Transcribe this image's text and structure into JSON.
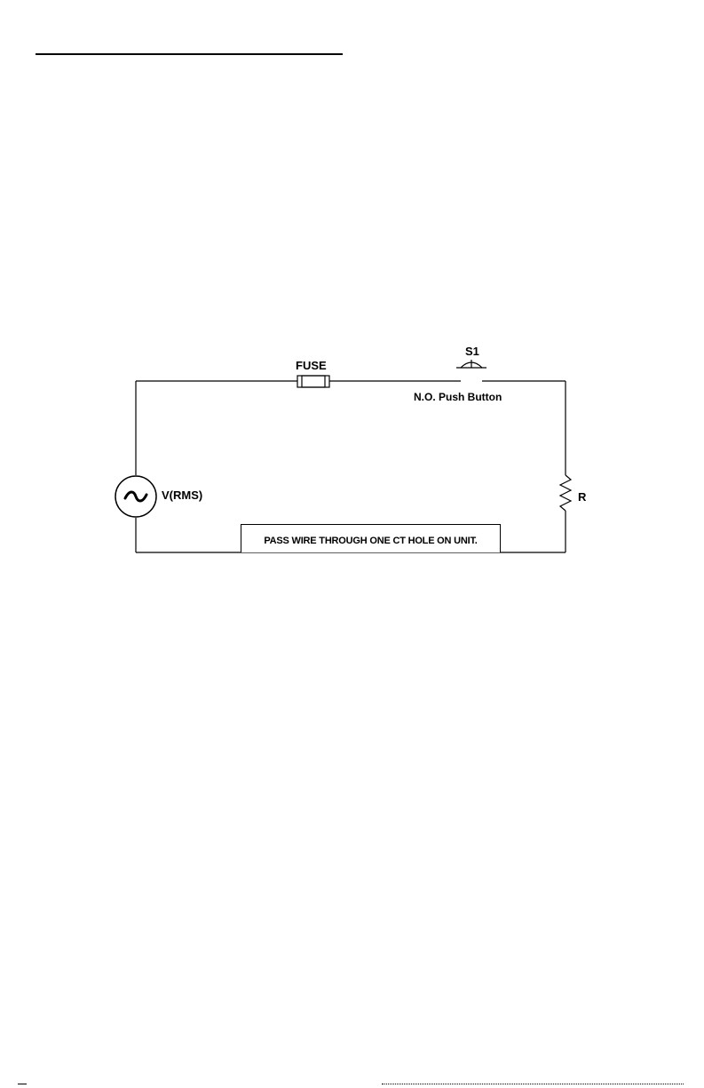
{
  "diagram": {
    "fuse_label": "FUSE",
    "switch_label": "S1",
    "switch_type_label": "N.O. Push Button",
    "source_label": "V(RMS)",
    "source_symbol": "~",
    "resistor_label": "R",
    "note": "PASS WIRE THROUGH ONE CT HOLE ON UNIT."
  }
}
